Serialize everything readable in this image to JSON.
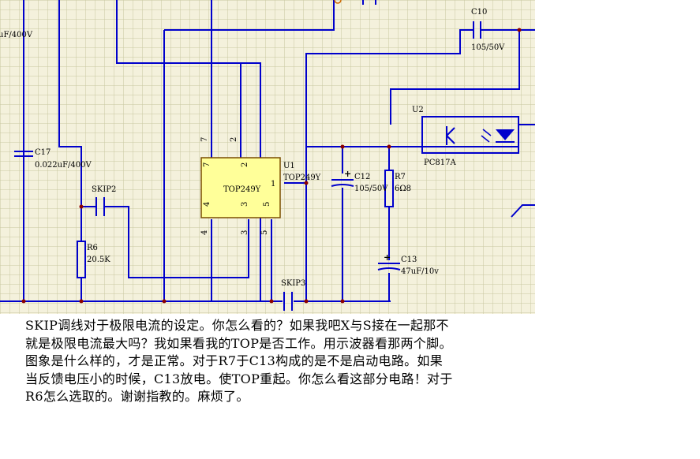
{
  "colors": {
    "grid_background": "#f4f1dc",
    "grid_line": "#c8c8a0",
    "wire": "#0000cc",
    "ic_fill": "#ffff99",
    "ic_stroke": "#7a4d00",
    "label": "#000000"
  },
  "labels": {
    "cap_top_left": "uF/400V",
    "c10_name": "C10",
    "c10_value": "105/50V",
    "u2_name": "U2",
    "u2_part": "PC817A",
    "c17_name": "C17",
    "c17_value": "0.022uF/400V",
    "skip2": "SKIP2",
    "r6_name": "R6",
    "r6_value": "20.5K",
    "u1_name": "U1",
    "u1_part_side": "TOP249Y",
    "u1_part_body": "TOP249Y",
    "pin7_top": "7",
    "pin2_top": "2",
    "pin7_in": "7",
    "pin2_in": "2",
    "pin1": "1",
    "pin4_in": "4",
    "pin3_in": "3",
    "pin5_in": "5",
    "pin4_low": "4",
    "pin3_low": "3",
    "pin5_low": "5",
    "c12_name": "C12",
    "c12_value": "105/50V",
    "r7_name": "R7",
    "r7_value": "6Ω8",
    "c13_name": "C13",
    "c13_value": "47uF/10v",
    "skip3": "SKIP3",
    "plus": "+"
  },
  "note": {
    "lines": [
      "SKIP调线对于极限电流的设定。你怎么看的？如果我吧X与S接在一起那不",
      "就是极限电流最大吗？我如果看我的TOP是否工作。用示波器看那两个脚。",
      "图象是什么样的，才是正常。对于R7于C13构成的是不是启动电路。如果",
      "当反馈电压小的时候，C13放电。使TOP重起。你怎么看这部分电路！对于",
      "R6怎么选取的。谢谢指教的。麻烦了。"
    ]
  }
}
